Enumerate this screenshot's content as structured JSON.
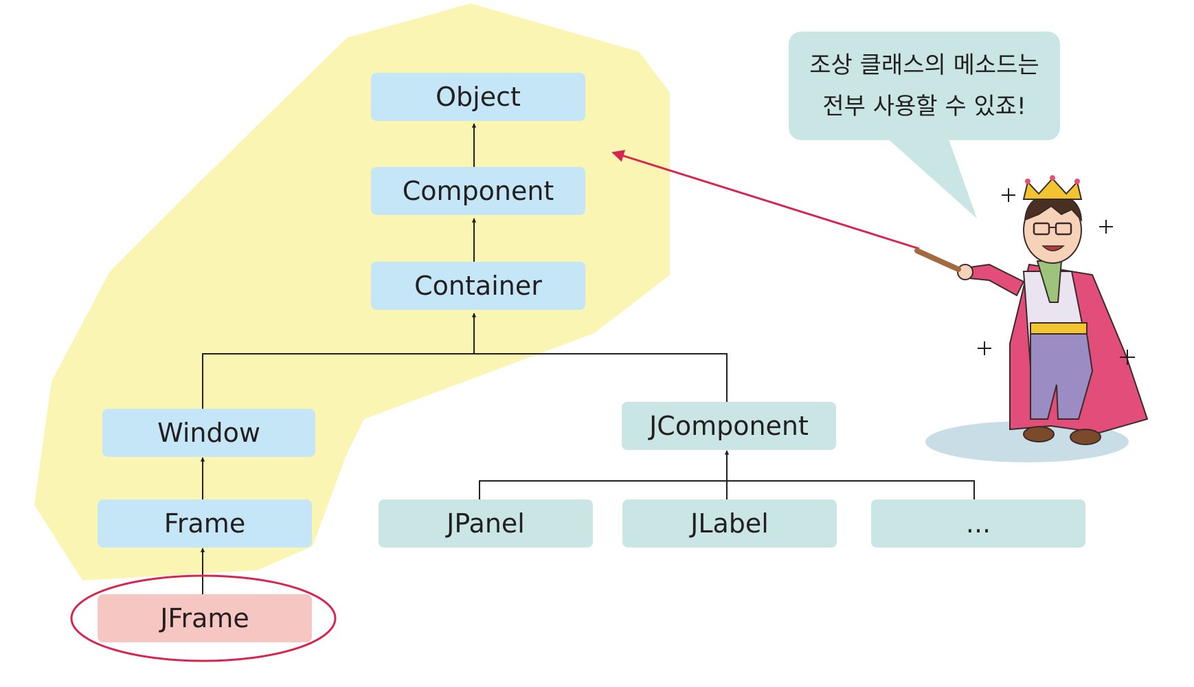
{
  "nodes": {
    "object": "Object",
    "component": "Component",
    "container": "Container",
    "window": "Window",
    "frame": "Frame",
    "jframe": "JFrame",
    "jcomponent": "JComponent",
    "jpanel": "JPanel",
    "jlabel": "JLabel",
    "more": "..."
  },
  "speech": {
    "line1": "조상 클래스의 메소드는",
    "line2": "전부 사용할 수 있죠!"
  },
  "colors": {
    "highlight": "#fbf5b4",
    "ancestor_box": "#c5e6f7",
    "swing_box": "#c9e6e4",
    "target_box": "#f5c6c2",
    "accent": "#d8254f"
  },
  "icons": [
    "king-character-icon",
    "sparkle-icon"
  ]
}
